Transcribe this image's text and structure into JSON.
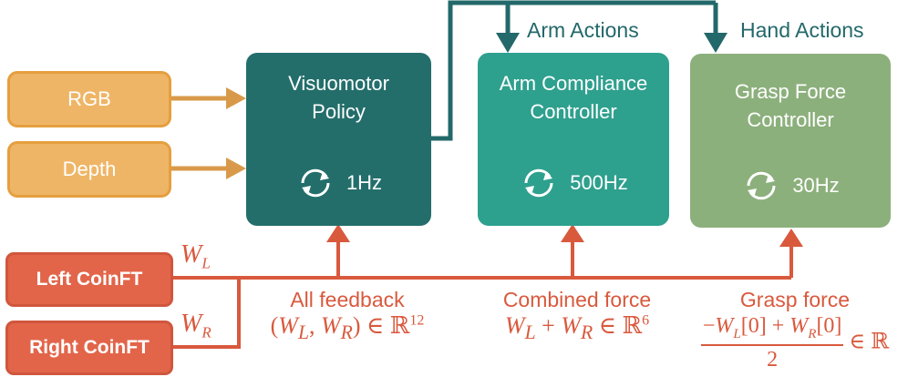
{
  "inputs": {
    "rgb": "RGB",
    "depth": "Depth"
  },
  "sensors": {
    "left": "Left CoinFT",
    "right": "Right CoinFT"
  },
  "blocks": {
    "policy": {
      "title_line1": "Visuomotor",
      "title_line2": "Policy",
      "rate": "1Hz",
      "color": "#236e6b"
    },
    "arm": {
      "title_line1": "Arm Compliance",
      "title_line2": "Controller",
      "rate": "500Hz",
      "color": "#2ea08e"
    },
    "grasp": {
      "title_line1": "Grasp Force",
      "title_line2": "Controller",
      "rate": "30Hz",
      "color": "#8cb07c"
    }
  },
  "outputs": {
    "arm_actions": "Arm Actions",
    "hand_actions": "Hand Actions"
  },
  "feedback": {
    "all_title": "All feedback",
    "all_expr": "(W_L, W_R) ∈ ℝ^12",
    "combined_title": "Combined force",
    "combined_expr": "W_L + W_R ∈ ℝ^6",
    "grasp_title": "Grasp force",
    "grasp_expr": "(−W_L[0] + W_R[0]) / 2 ∈ ℝ"
  },
  "symbols": {
    "w": "W",
    "left_sub": "L",
    "right_sub": "R",
    "reals": "ℝ",
    "all_dim": "12",
    "combined_dim": "6",
    "index": "[0]",
    "denominator": "2"
  },
  "colors": {
    "teal_dark": "#236e6b",
    "teal": "#2ea08e",
    "green": "#8cb07c",
    "orange": "#efb566",
    "red": "#e2654a",
    "feedback_line": "#d9593d"
  }
}
